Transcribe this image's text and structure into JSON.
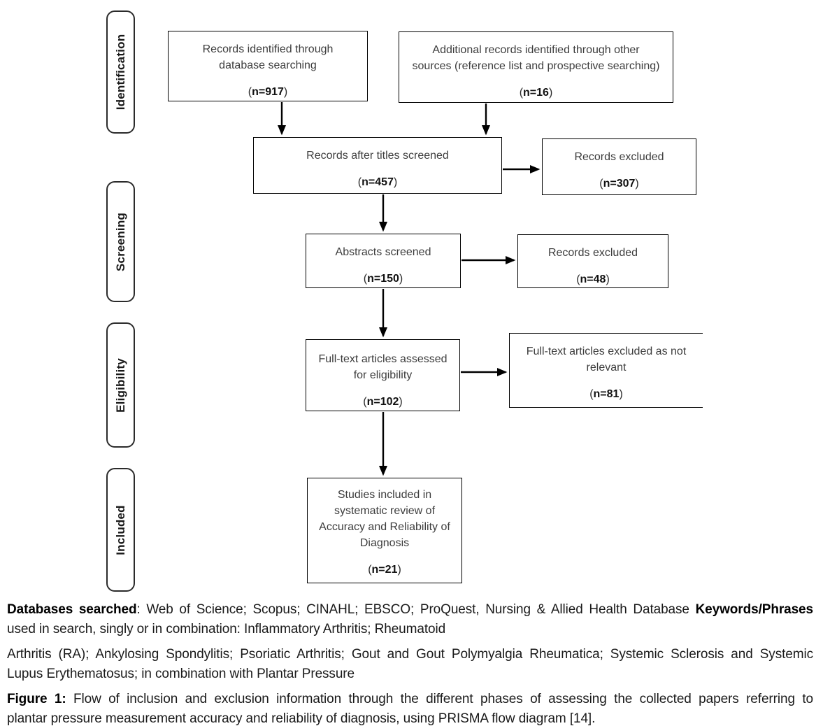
{
  "phases": {
    "identification": "Identification",
    "screening": "Screening",
    "eligibility": "Eligibility",
    "included": "Included"
  },
  "boxes": {
    "identified": {
      "lines": [
        "Records identified through",
        "database searching"
      ],
      "count": [
        {
          "t": "("
        },
        {
          "b": true,
          "t": "n=917"
        },
        {
          "t": ")"
        }
      ]
    },
    "additional": {
      "lines": [
        "Additional records identified through other",
        "sources (reference list and prospective searching)"
      ],
      "count": [
        {
          "t": "("
        },
        {
          "b": true,
          "t": "n=16"
        },
        {
          "t": ")"
        }
      ]
    },
    "titles_screened": {
      "lines": [
        "Records after titles screened"
      ],
      "count": [
        {
          "t": "("
        },
        {
          "b": true,
          "t": "n=457"
        },
        {
          "t": ")"
        }
      ]
    },
    "excluded_titles": {
      "lines": [
        "Records excluded"
      ],
      "count": [
        {
          "t": "("
        },
        {
          "b": true,
          "t": "n=307"
        },
        {
          "t": ")"
        }
      ]
    },
    "abstracts_screened": {
      "lines": [
        "Abstracts screened"
      ],
      "count": [
        {
          "t": "("
        },
        {
          "b": true,
          "t": "n=150"
        },
        {
          "t": ")"
        }
      ]
    },
    "excluded_abstracts": {
      "lines": [
        "Records excluded"
      ],
      "count": [
        {
          "t": "("
        },
        {
          "b": true,
          "t": "n=48"
        },
        {
          "t": ")"
        }
      ]
    },
    "fulltext_assessed": {
      "lines": [
        "Full-text articles assessed",
        "for eligibility"
      ],
      "count": [
        {
          "t": "("
        },
        {
          "b": true,
          "t": "n=102"
        },
        {
          "t": ")"
        }
      ]
    },
    "excluded_fulltext": {
      "lines": [
        "Full-text articles excluded as not",
        "relevant"
      ],
      "count": [
        {
          "t": "("
        },
        {
          "b": true,
          "t": "n=81"
        },
        {
          "t": ")"
        }
      ]
    },
    "included_studies": {
      "lines": [
        "Studies included in",
        "systematic review of",
        "Accuracy and Reliability of",
        "Diagnosis"
      ],
      "count": [
        {
          "t": "("
        },
        {
          "b": true,
          "t": "n=21"
        },
        {
          "t": ")"
        }
      ]
    }
  },
  "footer": {
    "line1": [
      {
        "b": true,
        "t": "Databases searched"
      },
      {
        "t": ": Web of Science; Scopus; CINAHL; EBSCO; ProQuest, Nursing & Allied Health Database "
      },
      {
        "b": true,
        "t": "Keywords/Phrases"
      }
    ],
    "line2": [
      {
        "t": "used in search, singly or in combination: Inflammatory Arthritis; Rheumatoid"
      }
    ],
    "line3": [
      {
        "t": "Arthritis (RA); Ankylosing Spondylitis; Psoriatic Arthritis; Gout and Gout Polymyalgia Rheumatica; Systemic Sclerosis and Systemic"
      }
    ],
    "line4": [
      {
        "t": "Lupus Erythematosus; in combination with Plantar Pressure"
      }
    ],
    "line5": [
      {
        "b": true,
        "t": "Figure 1:"
      },
      {
        "t": " Flow of inclusion and exclusion information through the different phases of assessing the collected papers referring to"
      }
    ],
    "line6": [
      {
        "t": "plantar pressure measurement accuracy and reliability of diagnosis, using PRISMA flow diagram [14]."
      }
    ]
  },
  "colors": {
    "box_border": "#000000",
    "box_text": "#3d3d3d",
    "footer_text": "#1a1a1a",
    "background": "#ffffff"
  }
}
